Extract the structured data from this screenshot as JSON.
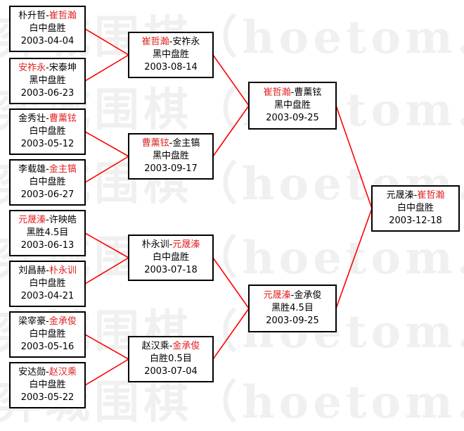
{
  "watermark": "弈城围棋（hoetom.com）",
  "colors": {
    "line": "#ff0000",
    "winner": "#e02020",
    "border": "#000000"
  },
  "matches": [
    {
      "id": "r1m1",
      "p1": "朴升哲",
      "p2": "崔哲瀚",
      "sep": "-",
      "winner": 2,
      "result": "白中盘胜",
      "date": "2003-04-04"
    },
    {
      "id": "r1m2",
      "p1": "安祚永",
      "p2": "宋泰坤",
      "sep": "-",
      "winner": 1,
      "result": "黑中盘胜",
      "date": "2003-06-23"
    },
    {
      "id": "r1m3",
      "p1": "金秀壮",
      "p2": "曹薰铉",
      "sep": "-",
      "winner": 2,
      "result": "白中盘胜",
      "date": "2003-05-12"
    },
    {
      "id": "r1m4",
      "p1": "李载雄",
      "p2": "金主镐",
      "sep": "-",
      "winner": 2,
      "result": "白中盘胜",
      "date": "2003-06-27"
    },
    {
      "id": "r1m5",
      "p1": "元晟溱",
      "p2": "许映皓",
      "sep": "-",
      "winner": 1,
      "result": "黑胜4.5目",
      "date": "2003-06-13"
    },
    {
      "id": "r1m6",
      "p1": "刘昌赫",
      "p2": "朴永训",
      "sep": "-",
      "winner": 2,
      "result": "白中盘胜",
      "date": "2003-04-21"
    },
    {
      "id": "r1m7",
      "p1": "梁宰豪",
      "p2": "金承俊",
      "sep": "-",
      "winner": 2,
      "result": "白中盘胜",
      "date": "2003-05-16"
    },
    {
      "id": "r1m8",
      "p1": "安达勋",
      "p2": "赵汉乘",
      "sep": "-",
      "winner": 2,
      "result": "白中盘胜",
      "date": "2003-05-22"
    },
    {
      "id": "r2m1",
      "p1": "崔哲瀚",
      "p2": "安祚永",
      "sep": "-",
      "winner": 1,
      "result": "黑中盘胜",
      "date": "2003-08-14"
    },
    {
      "id": "r2m2",
      "p1": "曹薰铉",
      "p2": "金主镐",
      "sep": "-",
      "winner": 1,
      "result": "黑中盘胜",
      "date": "2003-09-17"
    },
    {
      "id": "r2m3",
      "p1": "朴永训",
      "p2": "元晟溱",
      "sep": "-",
      "winner": 2,
      "result": "白中盘胜",
      "date": "2003-07-18"
    },
    {
      "id": "r2m4",
      "p1": "赵汉乘",
      "p2": "金承俊",
      "sep": "-",
      "winner": 2,
      "result": "白胜0.5目",
      "date": "2003-07-04"
    },
    {
      "id": "r3m1",
      "p1": "崔哲瀚",
      "p2": "曹薰铉",
      "sep": "-",
      "winner": 1,
      "result": "黑中盘胜",
      "date": "2003-09-25"
    },
    {
      "id": "r3m2",
      "p1": "元晟溱",
      "p2": "金承俊",
      "sep": "-",
      "winner": 1,
      "result": "黑胜4.5目",
      "date": "2003-09-25"
    },
    {
      "id": "r4m1",
      "p1": "元晟溱",
      "p2": "崔哲瀚",
      "sep": "-",
      "winner": 2,
      "result": "白中盘胜",
      "date": "2003-12-18"
    }
  ]
}
